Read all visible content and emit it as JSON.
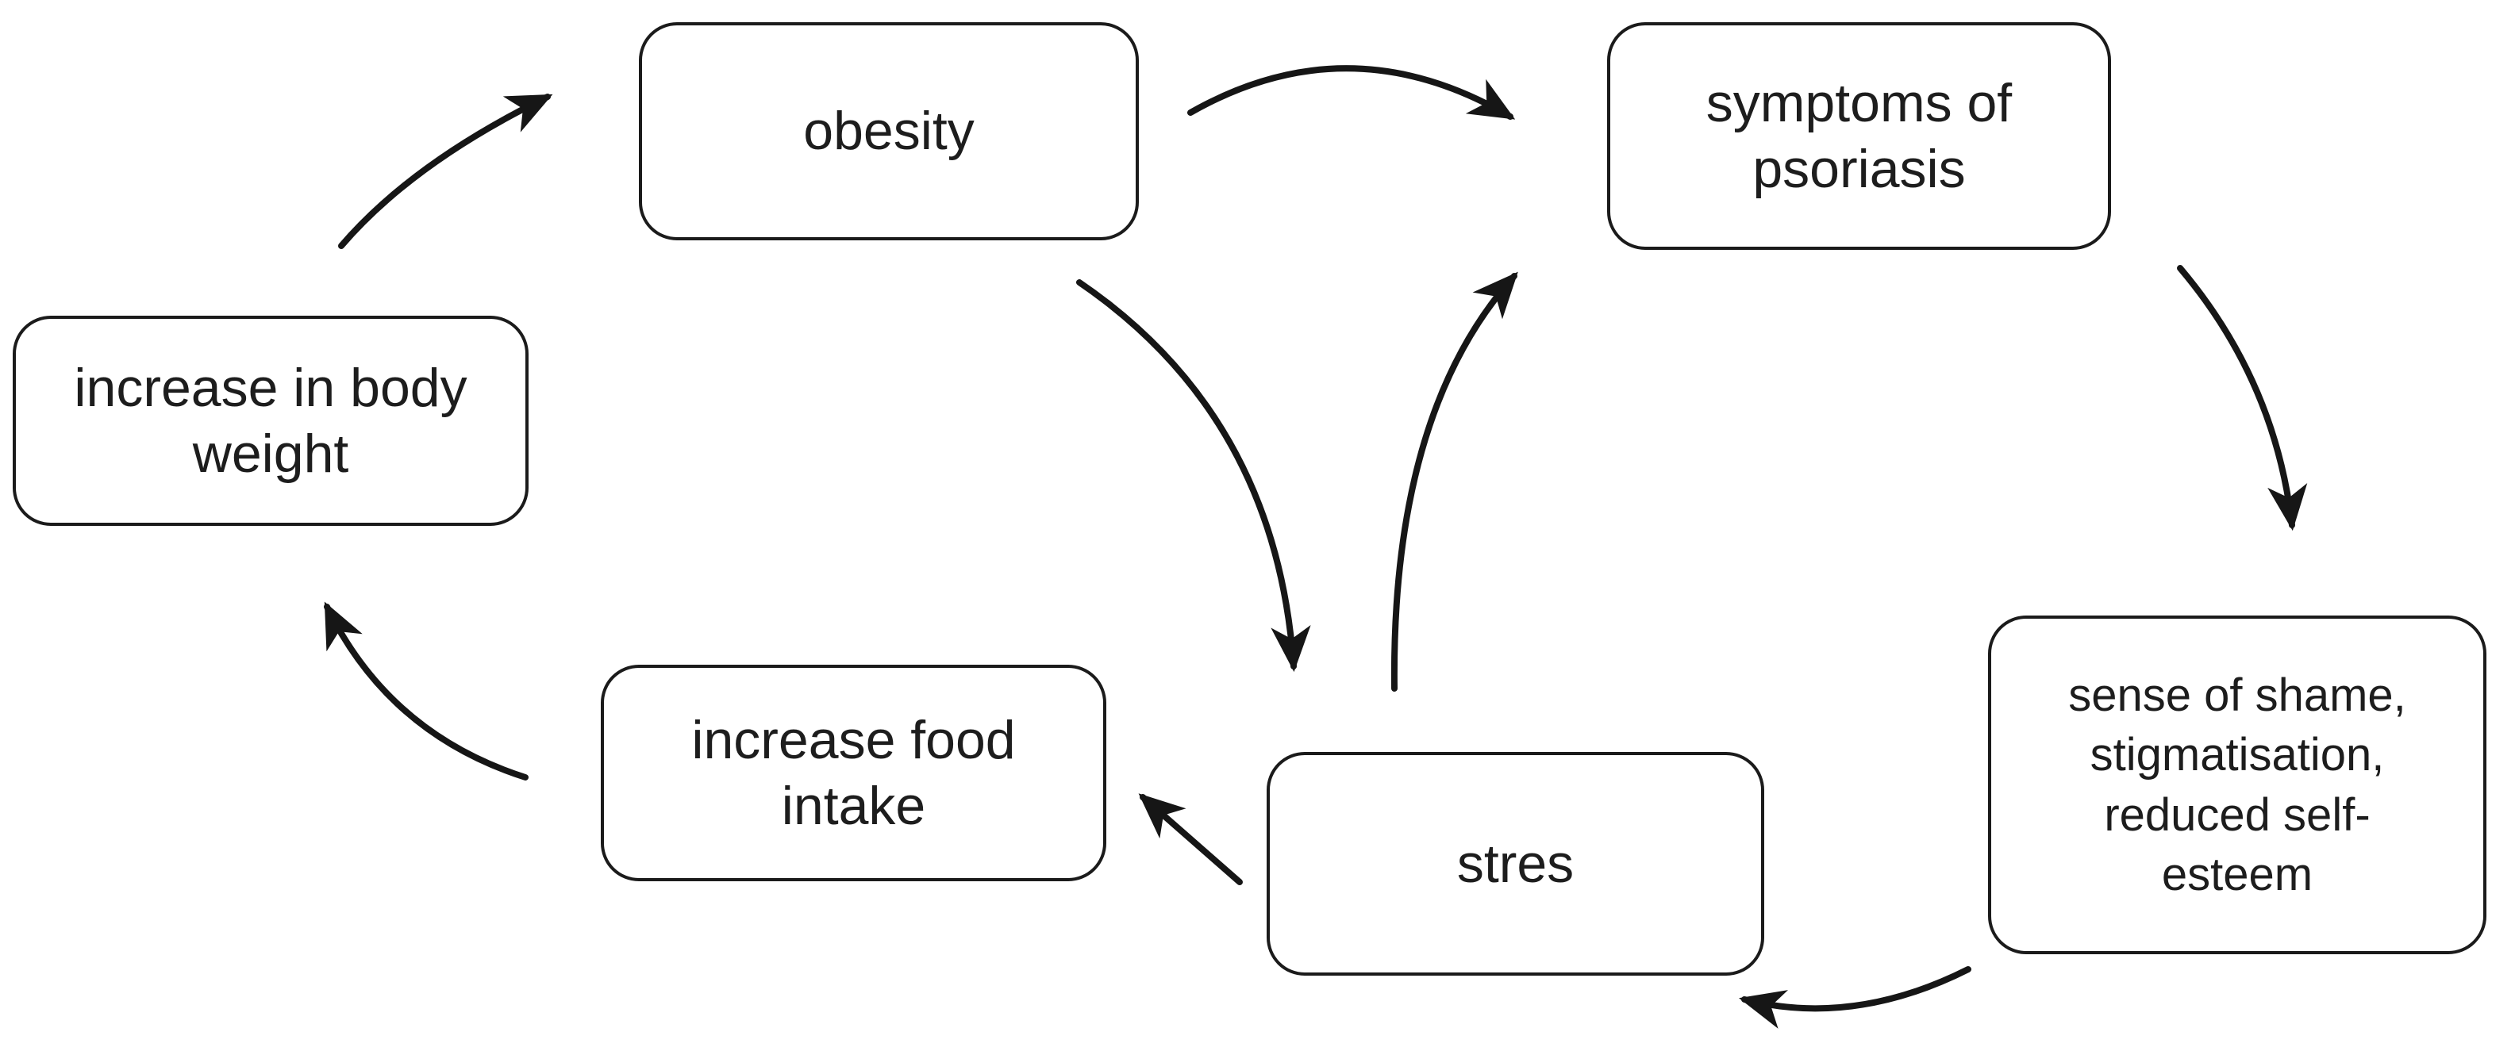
{
  "diagram": {
    "nodes": [
      {
        "id": "obesity",
        "label": "obesity"
      },
      {
        "id": "symptoms",
        "label": "symptoms of psoriasis"
      },
      {
        "id": "body_weight",
        "label": "increase in body weight"
      },
      {
        "id": "shame",
        "label": "sense of shame, stigmatisation, reduced self-esteem"
      },
      {
        "id": "food_intake",
        "label": "increase food intake"
      },
      {
        "id": "stres",
        "label": "stres"
      }
    ],
    "edges": [
      {
        "from": "body_weight",
        "to": "obesity"
      },
      {
        "from": "obesity",
        "to": "symptoms"
      },
      {
        "from": "symptoms",
        "to": "shame"
      },
      {
        "from": "shame",
        "to": "stres"
      },
      {
        "from": "stres",
        "to": "food_intake"
      },
      {
        "from": "food_intake",
        "to": "body_weight"
      },
      {
        "from": "obesity",
        "to": "stres"
      },
      {
        "from": "stres",
        "to": "symptoms"
      }
    ],
    "colors": {
      "stroke": "#1b1b1b",
      "arrow": "#161616",
      "text": "#1d1d1d",
      "background": "#ffffff"
    }
  }
}
